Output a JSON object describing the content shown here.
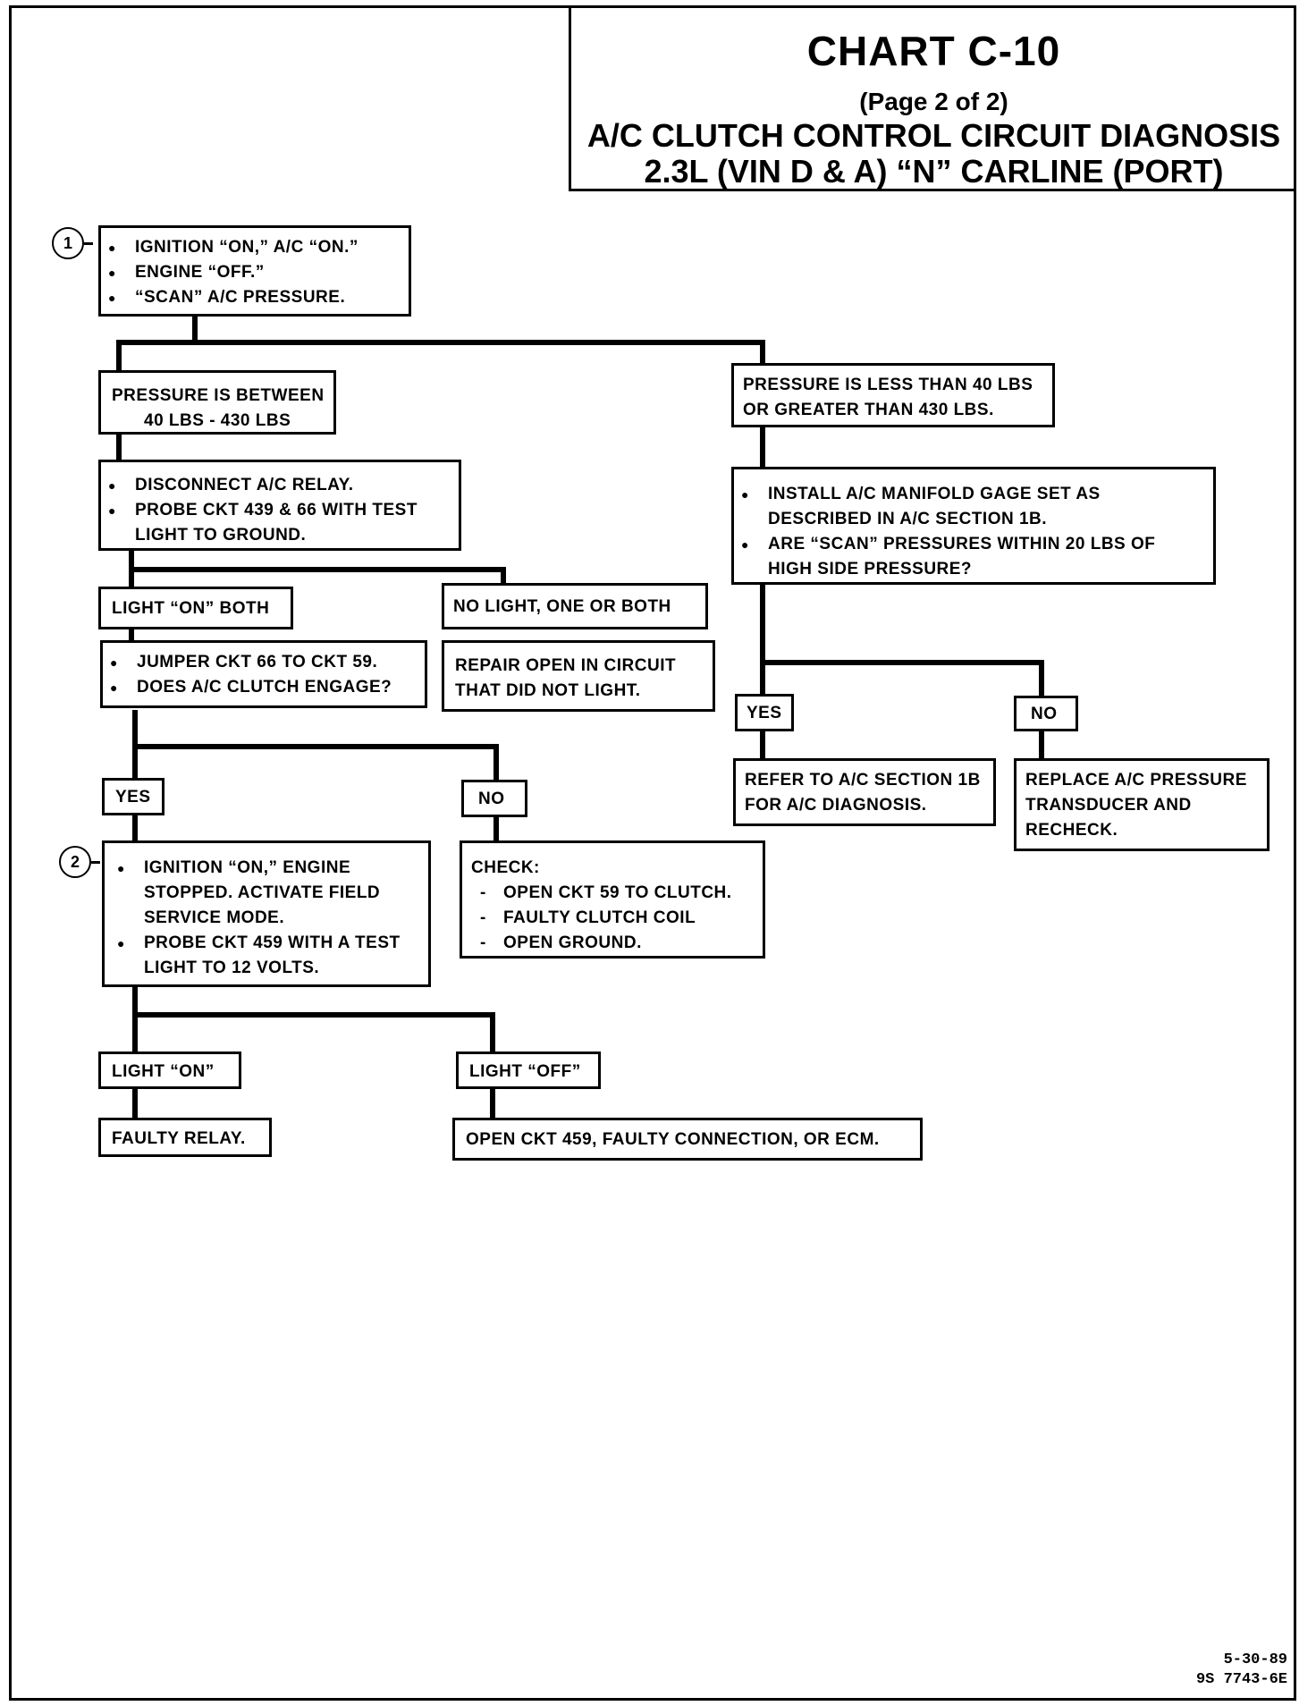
{
  "title": {
    "chart": "CHART C-10",
    "page": "(Page 2 of 2)",
    "name": "A/C CLUTCH CONTROL CIRCUIT DIAGNOSIS",
    "engine": "2.3L  (VIN D & A)  “N”  CARLINE  (PORT)"
  },
  "steps": {
    "one": "1",
    "two": "2"
  },
  "nodes": {
    "start": [
      "IGNITION “ON,” A/C “ON.”",
      "ENGINE “OFF.”",
      "“SCAN” A/C PRESSURE."
    ],
    "pressure_between": [
      "PRESSURE IS BETWEEN",
      "40 LBS - 430 LBS"
    ],
    "pressure_outside": [
      "PRESSURE IS LESS THAN 40 LBS",
      "OR GREATER THAN 430 LBS."
    ],
    "disconnect_relay": [
      "DISCONNECT A/C RELAY.",
      "PROBE CKT 439 & 66 WITH TEST",
      "LIGHT TO GROUND."
    ],
    "install_gage": [
      "INSTALL A/C MANIFOLD GAGE SET AS",
      "DESCRIBED IN A/C SECTION 1B.",
      "ARE “SCAN” PRESSURES WITHIN 20 LBS OF",
      "HIGH SIDE PRESSURE?"
    ],
    "light_on_both": "LIGHT “ON” BOTH",
    "no_light": "NO LIGHT, ONE OR BOTH",
    "jumper": [
      "JUMPER CKT 66 TO CKT 59.",
      "DOES A/C CLUTCH ENGAGE?"
    ],
    "repair_open": [
      "REPAIR OPEN IN CIRCUIT",
      "THAT DID NOT LIGHT."
    ],
    "yes": "YES",
    "no": "NO",
    "refer": [
      "REFER TO A/C SECTION 1B",
      "FOR A/C DIAGNOSIS."
    ],
    "replace": [
      "REPLACE A/C PRESSURE",
      "TRANSDUCER AND",
      "RECHECK."
    ],
    "ignition_on": [
      "IGNITION “ON,” ENGINE",
      "STOPPED.  ACTIVATE FIELD",
      "SERVICE MODE.",
      "PROBE CKT 459 WITH A TEST",
      "LIGHT TO 12 VOLTS."
    ],
    "check": [
      "CHECK:",
      "OPEN CKT 59 TO CLUTCH.",
      "FAULTY CLUTCH COIL",
      "OPEN GROUND."
    ],
    "light_on": "LIGHT “ON”",
    "light_off": "LIGHT “OFF”",
    "faulty_relay": "FAULTY RELAY.",
    "open_ckt": "OPEN CKT 459, FAULTY CONNECTION, OR ECM."
  },
  "footer": {
    "date": "5-30-89",
    "code": "9S 7743-6E"
  }
}
